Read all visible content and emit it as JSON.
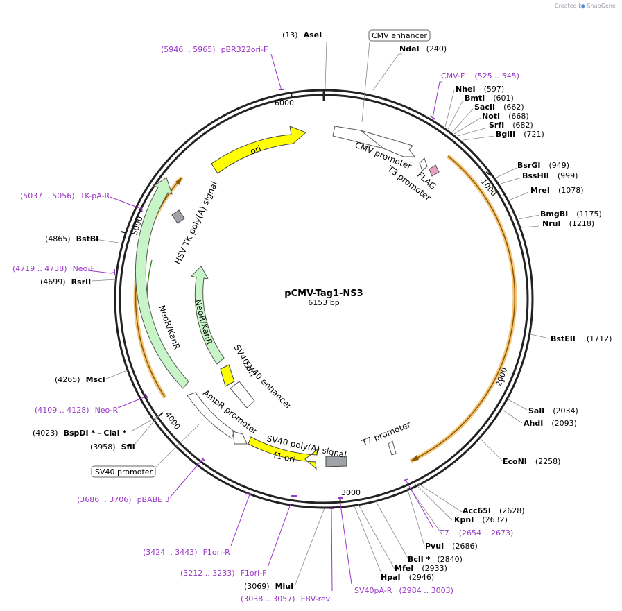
{
  "credit": "Created by SnapGene",
  "plasmid": {
    "name": "pCMV-Tag1-NS3",
    "length_label": "6153 bp",
    "length": 6153
  },
  "ticks": [
    {
      "pos": 1000,
      "label": "1000"
    },
    {
      "pos": 2000,
      "label": "2000"
    },
    {
      "pos": 3000,
      "label": "3000"
    },
    {
      "pos": 4000,
      "label": "4000"
    },
    {
      "pos": 5000,
      "label": "5000"
    },
    {
      "pos": 6000,
      "label": "6000"
    }
  ],
  "enzymes": [
    {
      "name": "AseI",
      "pos": "(13)"
    },
    {
      "name": "NdeI",
      "pos": "(240)"
    },
    {
      "name": "NheI",
      "pos": "(597)"
    },
    {
      "name": "BmtI",
      "pos": "(601)"
    },
    {
      "name": "SacII",
      "pos": "(662)"
    },
    {
      "name": "NotI",
      "pos": "(668)"
    },
    {
      "name": "SrfI",
      "pos": "(682)"
    },
    {
      "name": "BglII",
      "pos": "(721)"
    },
    {
      "name": "BsrGI",
      "pos": "(949)"
    },
    {
      "name": "BssHII",
      "pos": "(999)"
    },
    {
      "name": "MreI",
      "pos": "(1078)"
    },
    {
      "name": "BmgBI",
      "pos": "(1175)"
    },
    {
      "name": "NruI",
      "pos": "(1218)"
    },
    {
      "name": "BstEII",
      "pos": "(1712)"
    },
    {
      "name": "SalI",
      "pos": "(2034)"
    },
    {
      "name": "AhdI",
      "pos": "(2093)"
    },
    {
      "name": "EcoNI",
      "pos": "(2258)"
    },
    {
      "name": "Acc65I",
      "pos": "(2628)"
    },
    {
      "name": "KpnI",
      "pos": "(2632)"
    },
    {
      "name": "PvuI",
      "pos": "(2686)"
    },
    {
      "name": "BclI *",
      "pos": "(2840)"
    },
    {
      "name": "MfeI",
      "pos": "(2933)"
    },
    {
      "name": "HpaI",
      "pos": "(2946)"
    },
    {
      "name": "MluI",
      "pos": "(3069)"
    },
    {
      "name": "SfiI",
      "pos": "(3958)"
    },
    {
      "name": "BspDI *  - ClaI *",
      "pos": "(4023)"
    },
    {
      "name": "MscI",
      "pos": "(4265)"
    },
    {
      "name": "RsrII",
      "pos": "(4699)"
    },
    {
      "name": "BstBI",
      "pos": "(4865)"
    }
  ],
  "primers": [
    {
      "name": "pBR322ori-F",
      "range": "(5946 .. 5965)"
    },
    {
      "name": "CMV-F",
      "range": "(525 .. 545)"
    },
    {
      "name": "T7",
      "range": "(2654 .. 2673)"
    },
    {
      "name": "SV40pA-R",
      "range": "(2984 .. 3003)"
    },
    {
      "name": "EBV-rev",
      "range": "(3038 .. 3057)"
    },
    {
      "name": "F1ori-F",
      "range": "(3212 .. 3233)"
    },
    {
      "name": "F1ori-R",
      "range": "(3424 .. 3443)"
    },
    {
      "name": "pBABE 3'",
      "range": "(3686 .. 3706)"
    },
    {
      "name": "Neo-R",
      "range": "(4109 .. 4128)"
    },
    {
      "name": "Neo-F",
      "range": "(4719 .. 4738)"
    },
    {
      "name": "TK-pA-R",
      "range": "(5037 .. 5056)"
    }
  ],
  "features": {
    "cmv_enhancer": "CMV enhancer",
    "cmv_promoter": "CMV promoter",
    "flag": "FLAG",
    "t3_promoter": "T3 promoter",
    "ori": "ori",
    "hsv_tk": "HSV TK poly(A) signal",
    "neo_inner": "NeoR/KanR",
    "neo_outer": "NeoR/KanR",
    "sv40_ori": "SV40 ori",
    "sv40_enhancer": "SV40 enhancer",
    "ampr_promoter": "AmpR promoter",
    "sv40_polya": "SV40 poly(A) signal",
    "f1_ori": "f1 ori",
    "t7_promoter": "T7 promoter",
    "sv40_promoter": "SV40 promoter"
  },
  "colors": {
    "backbone": "#222222",
    "primer": "#9a36c8",
    "orf_highlight": "#f5c57a",
    "orf_arrow": "#8a5a00",
    "neo_arrow": "#3a8a1e",
    "ori": "#ffff00",
    "neo_fill": "#c8f5c8",
    "polya": "#a0a4a8",
    "flag": "#e8a0c0"
  }
}
